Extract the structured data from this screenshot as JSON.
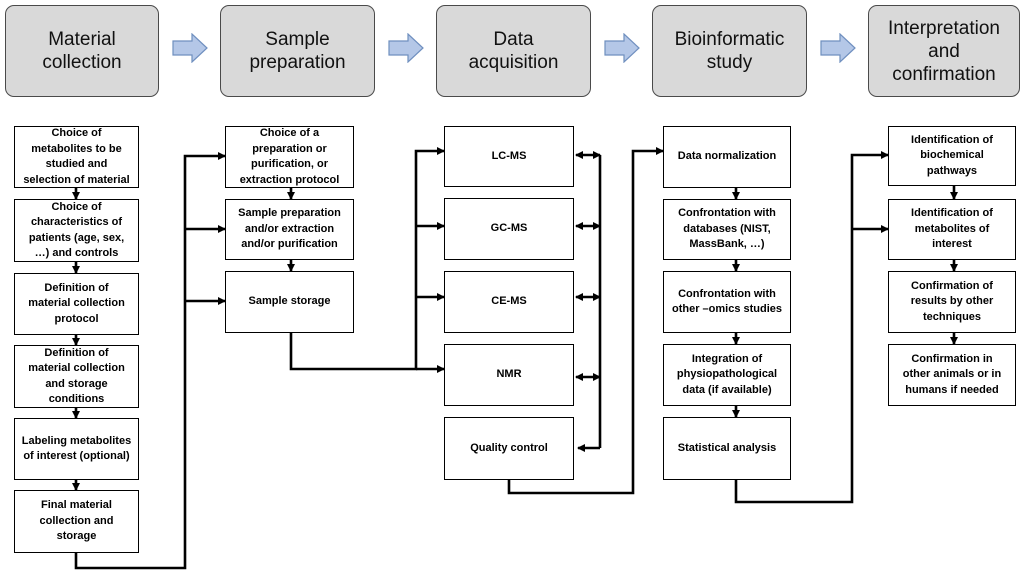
{
  "headers": [
    "Material\ncollection",
    "Sample\npreparation",
    "Data\nacquisition",
    "Bioinformatic\nstudy",
    "Interpretation\nand\nconfirmation"
  ],
  "material_collection": [
    "Choice of\nmetabolites to be\nstudied and\nselection of material",
    "Choice of\ncharacteristics of\npatients  (age, sex,\n…) and controls",
    "Definition of\nmaterial collection\nprotocol",
    "Definition of\nmaterial collection\nand storage\nconditions",
    "Labeling metabolites\nof interest (optional)",
    "Final material\ncollection and\nstorage"
  ],
  "sample_preparation": [
    "Choice of a\npreparation or\npurification, or\nextraction protocol",
    "Sample preparation\nand/or extraction\nand/or purification",
    "Sample storage"
  ],
  "data_acquisition": [
    "LC-MS",
    "GC-MS",
    "CE-MS",
    "NMR",
    "Quality control"
  ],
  "bioinformatic_study": [
    "Data normalization",
    "Confrontation with\ndatabases (NIST,\nMassBank, …)",
    "Confrontation with\nother –omics studies",
    "Integration of\nphysiopathological\ndata (if available)",
    "Statistical analysis"
  ],
  "interpretation": [
    "Identification of\nbiochemical\npathways",
    "Identification of\nmetabolites of\ninterest",
    "Confirmation of\nresults by other\ntechniques",
    "Confirmation in\nother animals or in\nhumans if needed"
  ],
  "colors": {
    "header_fill": "#d9d9d9",
    "arrow_fill": "#b4c7e7",
    "arrow_stroke": "#6f8fbf",
    "line": "#000000"
  }
}
